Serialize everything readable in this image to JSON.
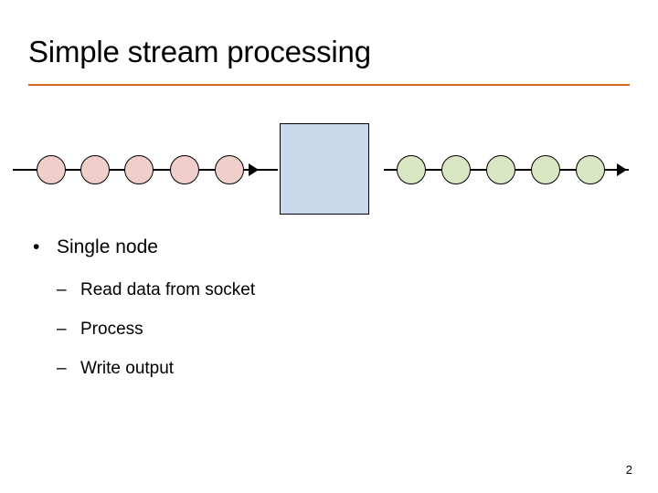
{
  "slide": {
    "title": "Simple stream processing",
    "page_number": "2",
    "accent_color": "#D2691E"
  },
  "diagram": {
    "input_nodes": [
      {
        "name": "input-node-1",
        "color": "#F0CFCB"
      },
      {
        "name": "input-node-2",
        "color": "#F0CFCB"
      },
      {
        "name": "input-node-3",
        "color": "#F0CFCB"
      },
      {
        "name": "input-node-4",
        "color": "#F0CFCB"
      },
      {
        "name": "input-node-5",
        "color": "#F0CFCB"
      }
    ],
    "processor": {
      "name": "processing-box",
      "color": "#C9D9EC",
      "label": ""
    },
    "output_nodes": [
      {
        "name": "output-node-1",
        "color": "#D8E6C3"
      },
      {
        "name": "output-node-2",
        "color": "#D8E6C3"
      },
      {
        "name": "output-node-3",
        "color": "#D8E6C3"
      },
      {
        "name": "output-node-4",
        "color": "#D8E6C3"
      },
      {
        "name": "output-node-5",
        "color": "#D8E6C3"
      }
    ]
  },
  "content": {
    "bullet_marker": "•",
    "dash_marker": "–",
    "items": [
      {
        "level": 1,
        "text": "Single node",
        "children": [
          {
            "level": 2,
            "text": "Read data from socket"
          },
          {
            "level": 2,
            "text": "Process"
          },
          {
            "level": 2,
            "text": "Write output"
          }
        ]
      }
    ]
  }
}
